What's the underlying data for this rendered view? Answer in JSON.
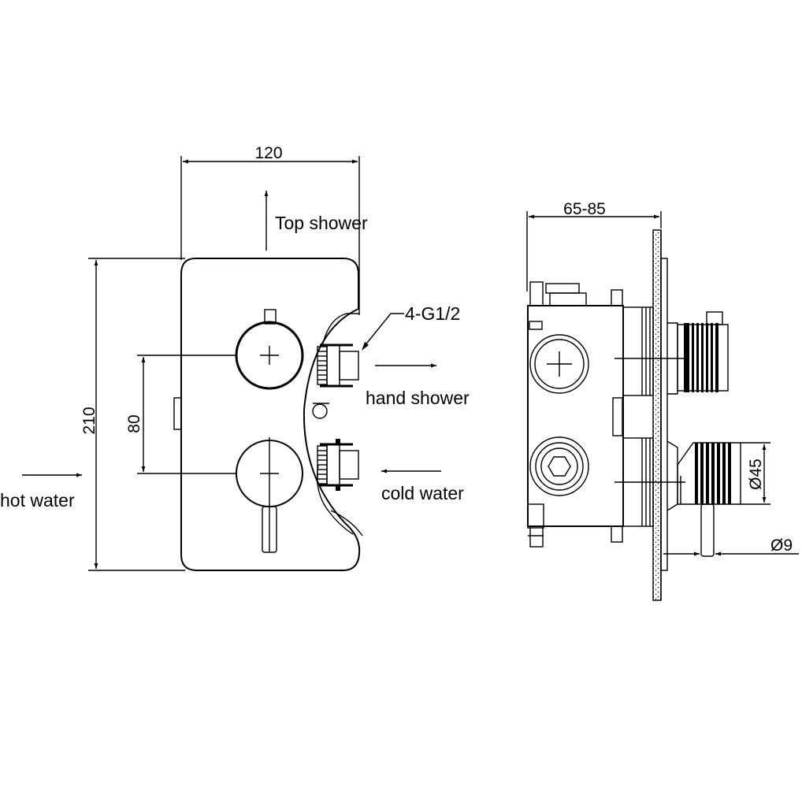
{
  "front_view": {
    "dim_width": "120",
    "dim_height": "210",
    "dim_spacing": "80",
    "label_top_shower": "Top shower",
    "label_thread": "4-G1/2",
    "label_hand_shower": "hand shower",
    "label_hot_water": "hot water",
    "label_cold_water": "cold water"
  },
  "side_view": {
    "dim_depth": "65-85",
    "dim_knob_diameter": "Ø45",
    "dim_spindle_diameter": "Ø9"
  }
}
